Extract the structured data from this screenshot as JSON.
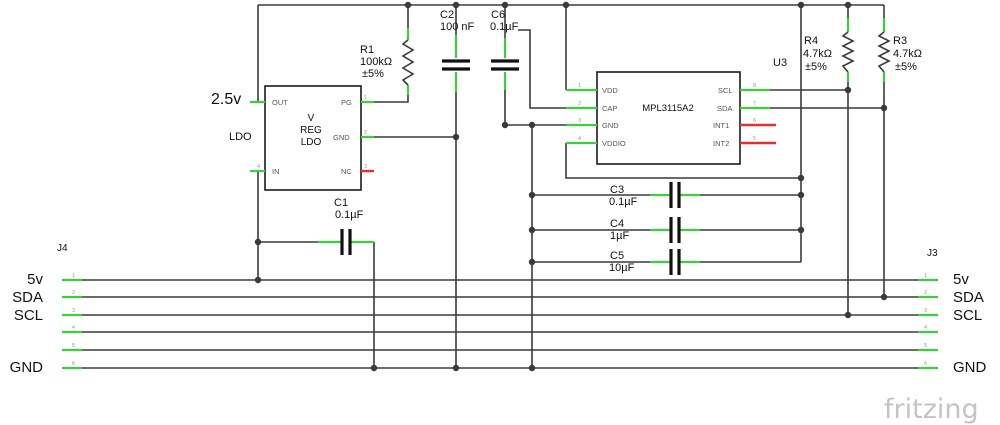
{
  "ldo": {
    "label": "LDO",
    "output_label": "2.5v",
    "body_lines": [
      "V",
      "REG",
      "LDO"
    ],
    "pins": {
      "out": "OUT",
      "in": "IN",
      "pg": "PG",
      "gnd": "GND",
      "nc": "NC"
    },
    "pin_numbers": [
      "1",
      "2",
      "3",
      "4"
    ]
  },
  "components": {
    "r1": {
      "ref": "R1",
      "value": "100kΩ",
      "tolerance": "±5%"
    },
    "c2": {
      "ref": "C2",
      "value": "100 nF"
    },
    "c6": {
      "ref": "C6",
      "value": "0.1µF"
    },
    "r4": {
      "ref": "R4",
      "value": "4.7kΩ",
      "tolerance": "±5%"
    },
    "r3": {
      "ref": "R3",
      "value": "4.7kΩ",
      "tolerance": "±5%"
    },
    "c3": {
      "ref": "C3",
      "value": "0.1µF"
    },
    "c4": {
      "ref": "C4",
      "value": "1µF"
    },
    "c5": {
      "ref": "C5",
      "value": "10µF"
    },
    "c1": {
      "ref": "C1",
      "value": "0.1µF"
    }
  },
  "u3": {
    "ref": "U3",
    "part": "MPL3115A2",
    "pins": {
      "vdd": "VDD",
      "cap": "CAP",
      "gnd": "GND",
      "vddio": "VDDIO",
      "scl": "SCL",
      "sda": "SDA",
      "int1": "INT1",
      "int2": "INT2"
    },
    "pin_numbers": [
      "1",
      "2",
      "3",
      "4",
      "5",
      "6",
      "7",
      "8"
    ]
  },
  "j4": {
    "ref": "J4",
    "labels": [
      "5v",
      "SDA",
      "SCL",
      "",
      "",
      "GND"
    ],
    "pin_numbers": [
      "1",
      "2",
      "3",
      "4",
      "5",
      "6"
    ]
  },
  "j3": {
    "ref": "J3",
    "labels": [
      "5v",
      "SDA",
      "SCL",
      "",
      "",
      "GND"
    ],
    "pin_numbers": [
      "1",
      "2",
      "3",
      "4",
      "5",
      "6"
    ]
  },
  "watermark": "fritzing",
  "colors": {
    "wire": "#3a3a3a",
    "pin_connected": "#3bd13b",
    "pin_unconnected": "#e03030",
    "watermark": "#c4c4c4"
  }
}
